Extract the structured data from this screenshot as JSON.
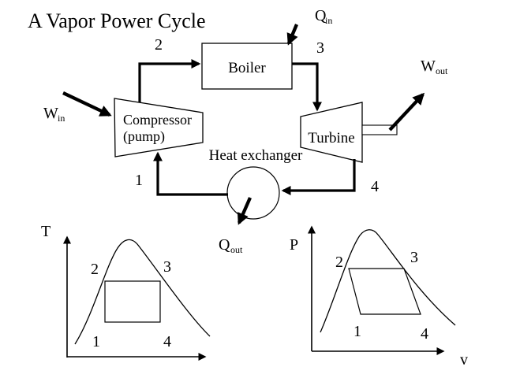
{
  "slide": {
    "title": "A Vapor Power Cycle",
    "colors": {
      "ink": "#000000",
      "background": "#ffffff"
    }
  },
  "cycle": {
    "components": {
      "boiler": "Boiler",
      "compressor": "Compressor",
      "compressor_sub": "(pump)",
      "turbine": "Turbine",
      "heat_exchanger": "Heat exchanger"
    },
    "states": {
      "s1": "1",
      "s2": "2",
      "s3": "3",
      "s4": "4"
    },
    "energy": {
      "q_in": {
        "symbol": "Q",
        "subscript": "in"
      },
      "q_out": {
        "symbol": "Q",
        "subscript": "out"
      },
      "w_in": {
        "symbol": "W",
        "subscript": "in"
      },
      "w_out": {
        "symbol": "W",
        "subscript": "out"
      }
    }
  },
  "t_diagram": {
    "y_axis_label": "T",
    "states": {
      "s1": "1",
      "s2": "2",
      "s3": "3",
      "s4": "4"
    }
  },
  "p_diagram": {
    "y_axis_label": "P",
    "x_axis_label": "v",
    "states": {
      "s1": "1",
      "s2": "2",
      "s3": "3",
      "s4": "4"
    }
  }
}
